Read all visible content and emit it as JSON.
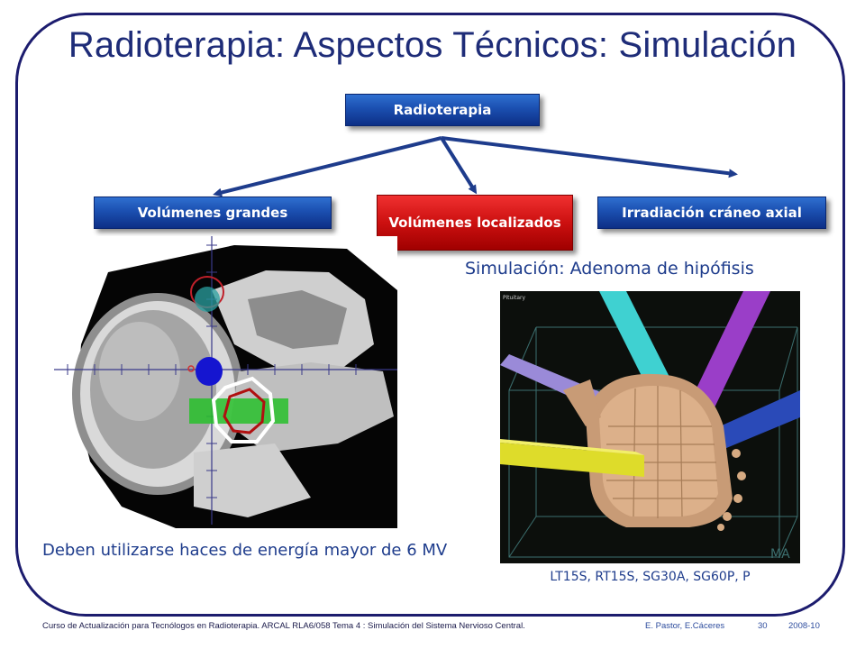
{
  "slide": {
    "title": "Radioterapia: Aspectos Técnicos: Simulación"
  },
  "tree": {
    "root": "Radioterapia",
    "children": [
      "Volúmenes grandes",
      "Volúmenes localizados",
      "Irradiación cráneo axial"
    ],
    "highlighted": "Volúmenes localizados"
  },
  "colors": {
    "title": "#1e2c78",
    "box_blue": "#1b4fb0",
    "box_red": "#cc1010",
    "frame": "#1c1c6e"
  },
  "simulation_subtitle": "Simulación:  Adenoma de hipófisis",
  "note": "Deben utilizarse haces de energía mayor de 6 MV",
  "beams_caption": "LT15S, RT15S, SG30A, SG60P, P",
  "image_labels": {
    "pituitary": "Pituitary"
  },
  "footer": {
    "course": "Curso de Actualización para Tecnólogos en Radioterapia.  ARCAL RLA6/058  Tema 4 : Simulación del Sistema Nervioso Central.",
    "authors": "E. Pastor,  E.Cáceres",
    "page": "30",
    "year": "2008-10"
  }
}
